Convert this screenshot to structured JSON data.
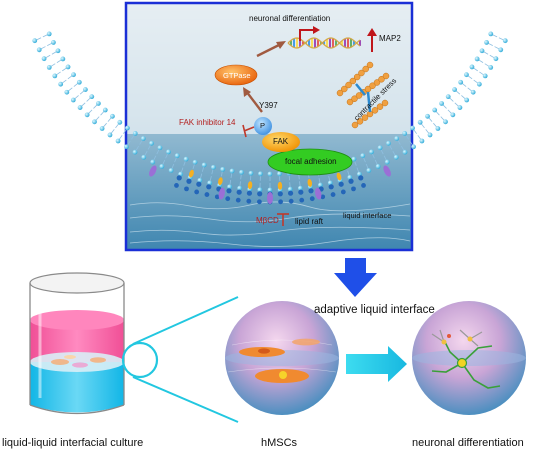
{
  "top_panel": {
    "neuronal_differentiation": "neuronal differentiation",
    "map2": "MAP2",
    "gtpase": "GTPase",
    "y397": "Y397",
    "p": "P",
    "fak_inhibitor": "FAK inhibitor 14",
    "fak": "FAK",
    "focal_adhesion": "focal adhesion",
    "contractile_stress": "contractile stress",
    "liquid_interface": "liquid interface",
    "mbcd": "MβCD",
    "lipid_raft": "lipid raft"
  },
  "bottom_panel": {
    "adaptive_liquid_interface": "adaptive liquid interface",
    "culture_label": "liquid-liquid interfacial culture",
    "hmscs_label": "hMSCs",
    "neuronal_label": "neuronal differentiation"
  },
  "colors": {
    "frame_blue": "#1a2fd6",
    "arrow_blue": "#1f4fe8",
    "cyan": "#19c9e0",
    "pink": "#f0599a",
    "inhibitor_red": "#b32020",
    "gtpase_orange": "#f07a10",
    "fak_orange": "#f5a000",
    "focal_green": "#33cc22"
  }
}
